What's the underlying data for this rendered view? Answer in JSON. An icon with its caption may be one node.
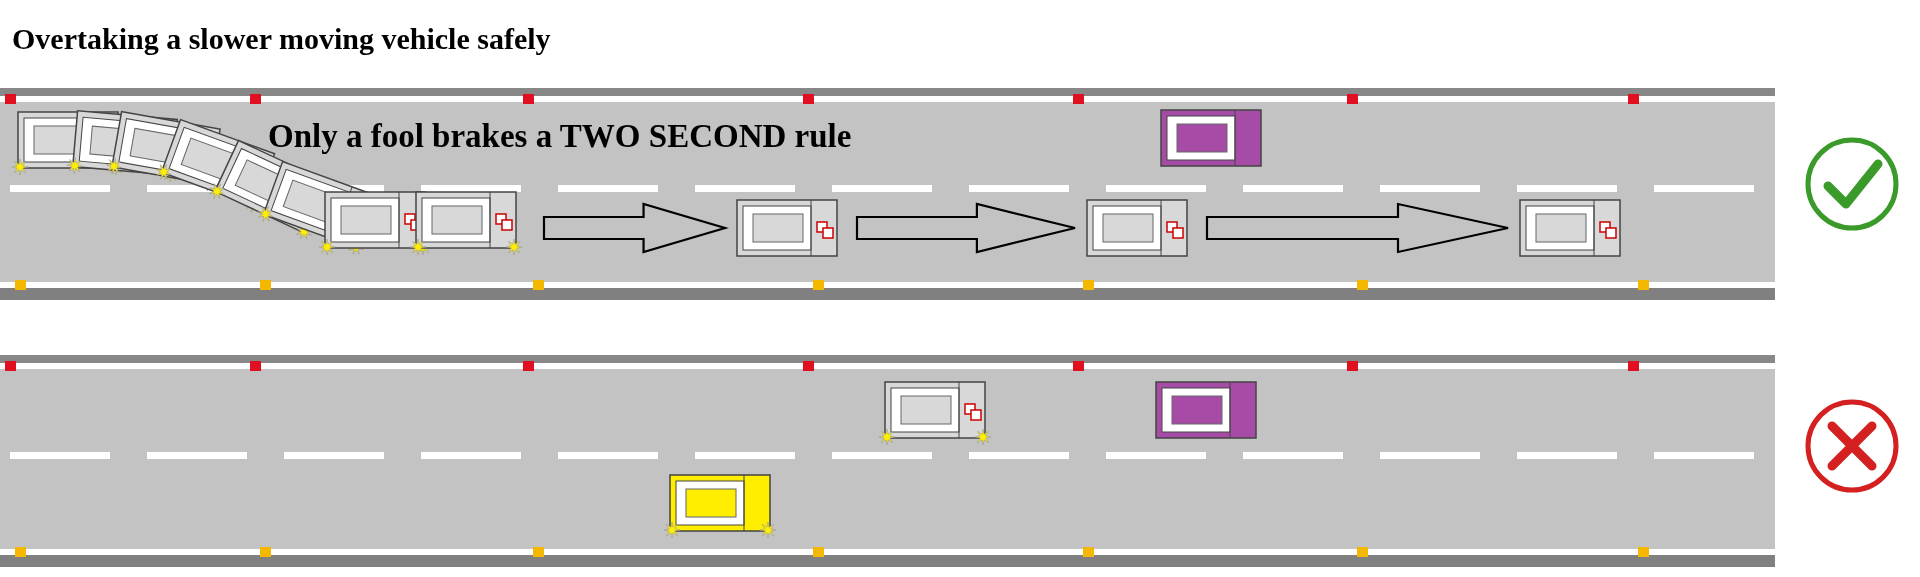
{
  "diagram": {
    "title": "Overtaking a slower moving vehicle safely",
    "nodes": [
      {
        "text": [],
        "shape": "picture"
      },
      {
        "text": [],
        "shape": "picture"
      },
      {
        "text": [],
        "shape": "picture"
      },
      {
        "text": [],
        "shape": "picture"
      },
      {
        "text": [],
        "shape": "picture"
      },
      {
        "text": [],
        "shape": "picture"
      },
      {
        "text": [],
        "shape": "picture"
      },
      {
        "text": [],
        "shape": "picture"
      }
    ],
    "edges": [
      {
        "from": 0,
        "to": 2,
        "arrow": "to"
      },
      {
        "from": 2,
        "to": 3,
        "arrow": "to"
      },
      {
        "from": 3,
        "to": 4,
        "arrow": "to"
      }
    ],
    "labels": [
      "Only a fool brakes a TWO SECOND rule"
    ]
  }
}
